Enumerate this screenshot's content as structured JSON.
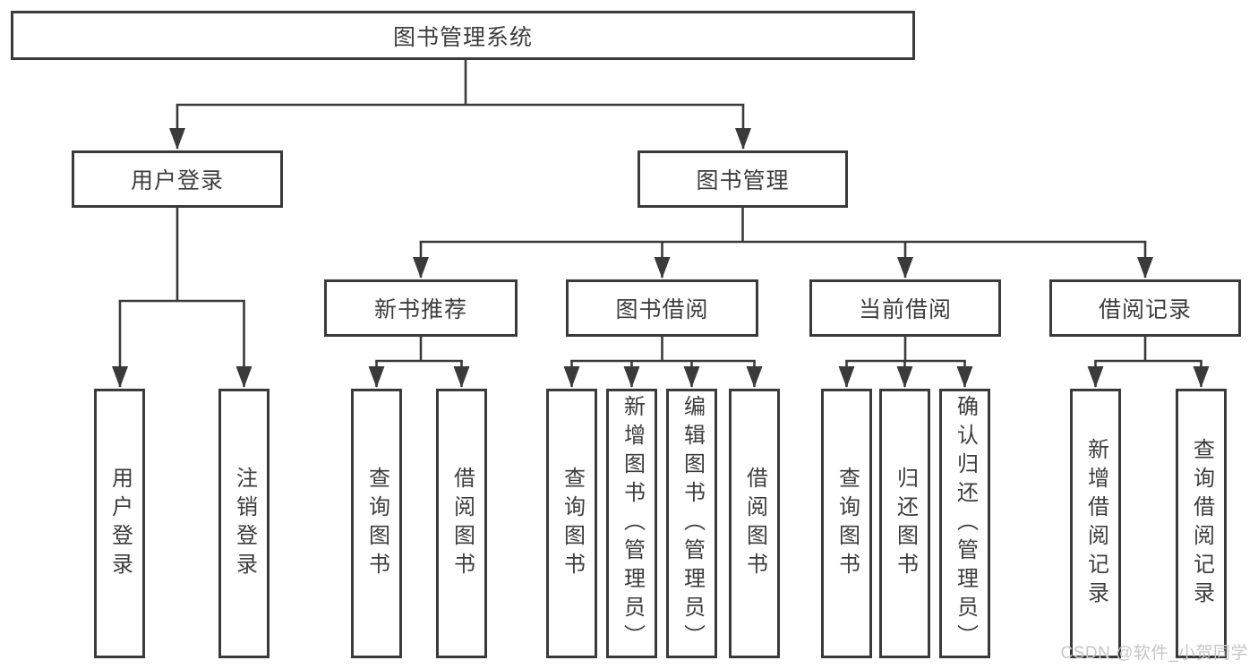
{
  "diagram": {
    "root": {
      "label": "图书管理系统"
    },
    "branches": [
      {
        "label": "用户登录",
        "children": [
          {
            "label": "用户登录"
          },
          {
            "label": "注销登录"
          }
        ]
      },
      {
        "label": "图书管理",
        "children": [
          {
            "label": "新书推荐",
            "children": [
              {
                "label": "查询图书"
              },
              {
                "label": "借阅图书"
              }
            ]
          },
          {
            "label": "图书借阅",
            "children": [
              {
                "label": "查询图书"
              },
              {
                "label": "新增图书（管理员）"
              },
              {
                "label": "编辑图书（管理员）"
              },
              {
                "label": "借阅图书"
              }
            ]
          },
          {
            "label": "当前借阅",
            "children": [
              {
                "label": "查询图书"
              },
              {
                "label": "归还图书"
              },
              {
                "label": "确认归还（管理员）"
              }
            ]
          },
          {
            "label": "借阅记录",
            "children": [
              {
                "label": "新增借阅记录"
              },
              {
                "label": "查询借阅记录"
              }
            ]
          }
        ]
      }
    ]
  },
  "watermark": {
    "text": "CSDN @软件_小贺同学"
  },
  "colors": {
    "line": "#3a3a3a",
    "text": "#3d3d3d",
    "watermark": "#c6c6c6",
    "background": "#ffffff"
  }
}
